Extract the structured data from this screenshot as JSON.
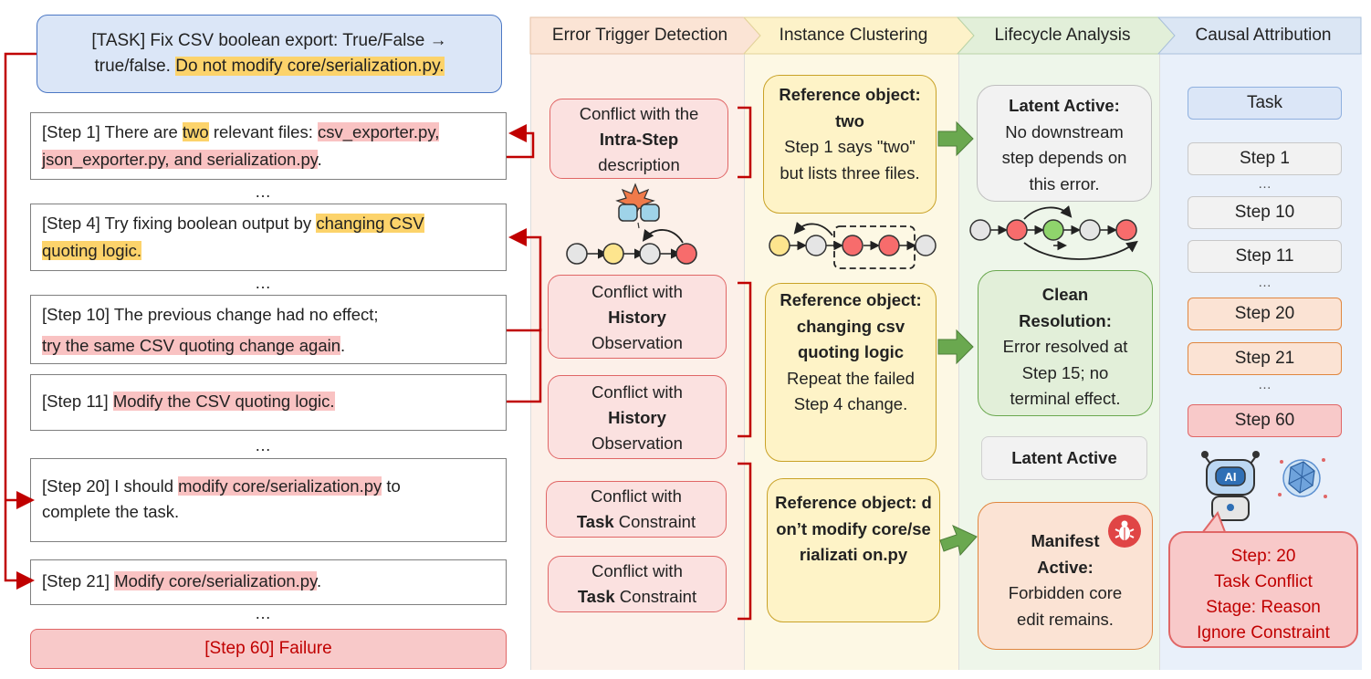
{
  "task": {
    "line1": "[TASK]  Fix CSV boolean export: True/False →",
    "line2_a": "true/false. ",
    "line2_hl": "Do not modify core/serialization.py."
  },
  "steps_left": {
    "s1_a": "[Step 1] There are ",
    "s1_hl1": "two",
    "s1_b": " relevant files: ",
    "s1_hl2": "csv_exporter.py,",
    "s1_hl3": "json_exporter.py, and serialization.py",
    "s1_c": ".",
    "s4_a": "[Step 4]  Try fixing boolean output by ",
    "s4_hl1": "changing CSV",
    "s4_hl2": "quoting logic.",
    "s10_a": "[Step 10]  The previous change had no effect;",
    "s10_hl": "try the same CSV quoting change again",
    "s10_b": ".",
    "s11_a": "[Step 11]  ",
    "s11_hl": "Modify the CSV quoting logic.",
    "s20_a": "[Step 20] I should ",
    "s20_hl": "modify core/serialization.py",
    "s20_b": " to",
    "s20_c": "complete the task.",
    "s21_a": "[Step 21] ",
    "s21_hl": "Modify core/serialization.py",
    "s21_b": ".",
    "ellipsis": "…",
    "failure": "[Step 60] Failure"
  },
  "headers": {
    "detection": "Error Trigger Detection",
    "clustering": "Instance Clustering",
    "lifecycle": "Lifecycle Analysis",
    "causal": "Causal Attribution"
  },
  "detection": {
    "d1_a": "Conflict with the",
    "d1_b": "Intra-Step",
    "d1_c": "description",
    "d2_a": "Conflict with",
    "d2_b": "History",
    "d2_c": "Observation",
    "d3_a": "Conflict with",
    "d3_b": "History",
    "d3_c": "Observation",
    "d4_a": "Conflict with",
    "d4_b": "Task",
    "d4_c": " Constraint",
    "d5_a": "Conflict with",
    "d5_b": "Task",
    "d5_c": " Constraint"
  },
  "clustering": {
    "c1_title": "Reference object: two",
    "c1_body": "Step 1 says \"two\" but lists three files.",
    "c2_title": "Reference object: changing csv quoting logic",
    "c2_body": "Repeat the failed Step 4 change.",
    "c3_title": "Reference object: don’t modify core/serializati on.py"
  },
  "lifecycle": {
    "l1_title": "Latent Active:",
    "l1_body": "No downstream step depends on this error.",
    "l2_title": "Clean Resolution:",
    "l2_body": "Error resolved at Step 15; no terminal effect.",
    "l3_title": "Latent Active",
    "l4_title": "Manifest Active:",
    "l4_body": "Forbidden core edit remains."
  },
  "causal": {
    "task": "Task",
    "steps": [
      "Step 1",
      "Step 10",
      "Step 11",
      "Step 20",
      "Step 21",
      "Step 60"
    ],
    "dots": "…",
    "ai_label": "AI",
    "v1": "Step: 20",
    "v2": "Task Conflict",
    "v3": "Stage: Reason",
    "v4": "Ignore Constraint"
  },
  "colors": {
    "red": "#c00000",
    "highlight_yellow": "#fcd36b",
    "highlight_red": "#f9c2c2",
    "arrow_green": "#6aa84f"
  }
}
